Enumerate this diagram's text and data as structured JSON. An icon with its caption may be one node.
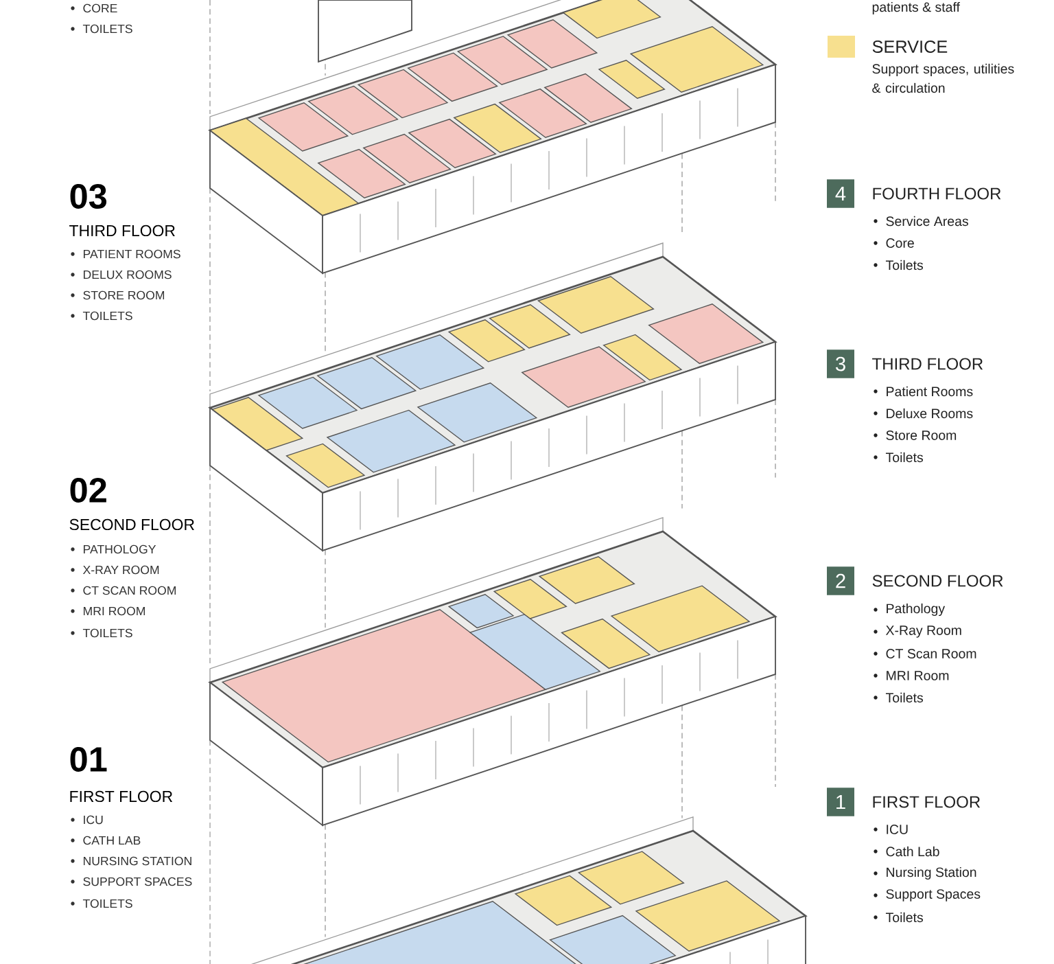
{
  "diagram": {
    "nodes": [
      {
        "text": [
          "4",
          "FOURTH FLOOR"
        ]
      },
      {
        "text": [
          "3",
          "THIRD FLOOR"
        ]
      },
      {
        "text": [
          "2",
          "SECOND FLOOR"
        ]
      },
      {
        "text": [
          "1",
          "FIRST FLOOR"
        ]
      }
    ],
    "labels": [
      "CORE",
      "TOILETS",
      "patients & staff",
      "Support spaces, utilities & circulation",
      "03",
      "THIRD FLOOR",
      "PATIENT ROOMS",
      "DELUX ROOMS",
      "STORE ROOM",
      "TOILETS",
      "Service Areas",
      "Core",
      "Toilets",
      "Patient Rooms",
      "Deluxe Rooms",
      "Store Room",
      "Toilets",
      "02",
      "SECOND FLOOR",
      "PATHOLOGY",
      "X-RAY ROOM",
      "CT SCAN ROOM",
      "MRI ROOM",
      "TOILETS",
      "Pathology",
      "X-Ray Room",
      "CT Scan Room",
      "MRI Room",
      "Toilets",
      "01",
      "FIRST FLOOR",
      "ICU",
      "CATH LAB",
      "NURSING STATION",
      "SUPPORT SPACES",
      "TOILETS",
      "ICU",
      "Cath Lab",
      "Nursing Station",
      "Support Spaces",
      "Toilets"
    ],
    "legend": [
      {
        "text": "SERVICE",
        "color": "#f7e08f"
      }
    ]
  }
}
